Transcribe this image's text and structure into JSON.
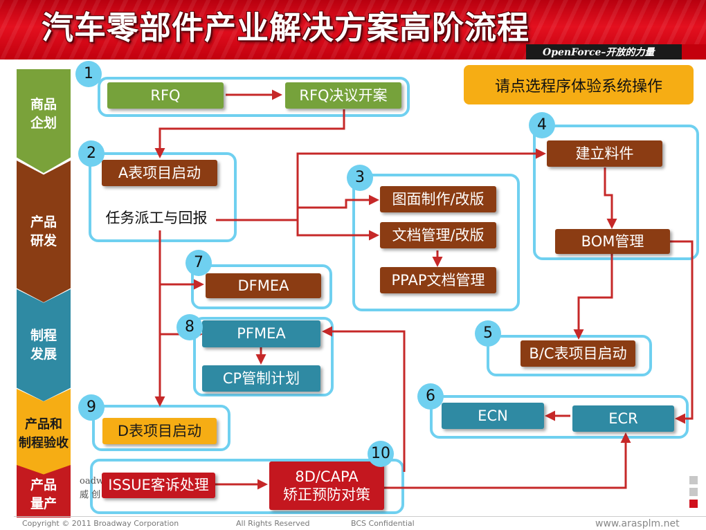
{
  "header": {
    "title": "汽车零部件产业解决方案高阶流程",
    "tagline": "OpenForce–开放的力量"
  },
  "stages": [
    {
      "lines": [
        "商品",
        "企划"
      ]
    },
    {
      "lines": [
        "产品",
        "研发"
      ]
    },
    {
      "lines": [
        "制程",
        "发展"
      ]
    },
    {
      "lines": [
        "产品和",
        "制程验收"
      ]
    },
    {
      "lines": [
        "产品",
        "量产"
      ]
    }
  ],
  "hint": "请点选程序体验系统操作",
  "groups": {
    "g1": "1",
    "g2": "2",
    "g3": "3",
    "g4": "4",
    "g5": "5",
    "g6": "6",
    "g7": "7",
    "g8": "8",
    "g9": "9",
    "g10": "10"
  },
  "process": {
    "rfq": "RFQ",
    "rfq_decision": "RFQ决议开案",
    "a_form_start": "A表项目启动",
    "task_dispatch": "任务派工与回报",
    "drawing_revision": "图面制作/改版",
    "document_revision": "文档管理/改版",
    "ppap_docs": "PPAP文档管理",
    "create_parts": "建立料件",
    "bom_management": "BOM管理",
    "dfmea": "DFMEA",
    "pfmea": "PFMEA",
    "cp_plan": "CP管制计划",
    "bc_form_start": "B/C表项目启动",
    "ecn": "ECN",
    "ecr": "ECR",
    "d_form_start": "D表项目启动",
    "issue_handling": "ISSUE客诉处理",
    "capa_line1": "8D/CAPA",
    "capa_line2": "矫正预防对策"
  },
  "watermark": {
    "line1": "oadway C",
    "line2": "威 创"
  },
  "footer": {
    "copyright": "Copyright © 2011 Broadway Corporation",
    "rights": "All Rights Reserved",
    "confidential": "BCS Confidential",
    "site": "www.arasplm.net"
  },
  "colors": {
    "header_red": "#d90c1a",
    "group_border": "#6fd0f0",
    "green": "#76a23b",
    "brown": "#8b3c13",
    "teal": "#2f8aa3",
    "orange": "#f6ad14",
    "red": "#c4171f",
    "arrow": "#c62828"
  }
}
